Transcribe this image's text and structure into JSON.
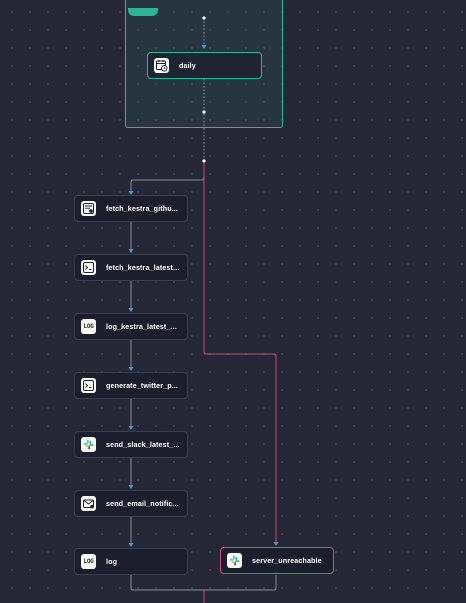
{
  "trigger": {
    "label": "daily",
    "icon": "schedule-icon"
  },
  "tasks": [
    {
      "id": "fetch-kestra-github",
      "label": "fetch_kestra_githu...",
      "icon": "http-request-icon"
    },
    {
      "id": "fetch-kestra-latest",
      "label": "fetch_kestra_latest...",
      "icon": "script-icon"
    },
    {
      "id": "log-kestra-latest",
      "label": "log_kestra_latest_...",
      "icon": "log-icon",
      "icon_text": "LOG"
    },
    {
      "id": "generate-twitter",
      "label": "generate_twitter_p...",
      "icon": "script-icon"
    },
    {
      "id": "send-slack-latest",
      "label": "send_slack_latest_...",
      "icon": "slack-icon"
    },
    {
      "id": "send-email",
      "label": "send_email_notific...",
      "icon": "email-icon"
    },
    {
      "id": "log",
      "label": "log",
      "icon": "log-icon",
      "icon_text": "LOG"
    }
  ],
  "error_branch": {
    "label": "server_unreachable",
    "icon": "slack-icon"
  },
  "colors": {
    "background": "#262736",
    "node_fill": "#1d1e2d",
    "node_border": "#3a3c50",
    "trigger_accent": "#2fb39b",
    "edge_normal": "#8a8ca3",
    "edge_error": "#d14b77",
    "arrow": "#4a9ae0"
  }
}
